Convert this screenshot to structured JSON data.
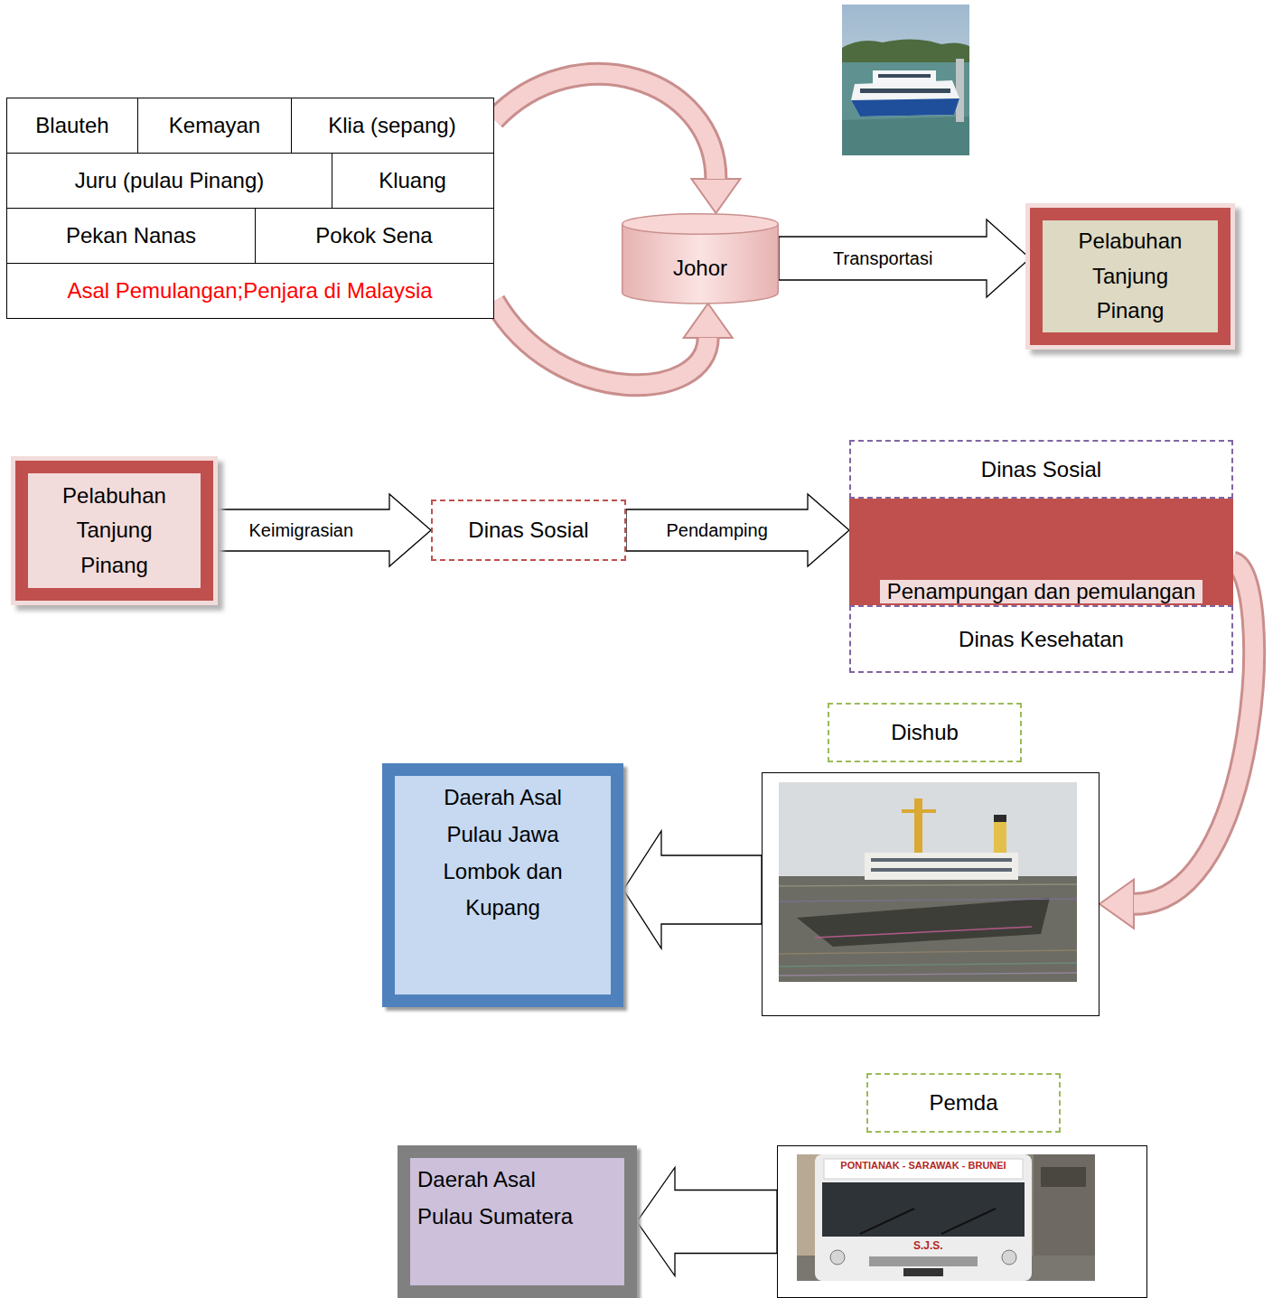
{
  "diagram": {
    "nodes": [
      {
        "text": [
          "Blauteh",
          "Kemayan",
          "Klia (sepang)",
          "Juru (pulau Pinang)",
          "Kluang",
          "Pekan Nanas",
          "Pokok Sena",
          "Asal Pemulangan;Penjara di Malaysia"
        ]
      },
      {
        "text": [
          "Johor"
        ]
      },
      {
        "text": [
          "Pelabuhan Tanjung Pinang"
        ]
      },
      {
        "text": [
          "Pelabuhan Tanjung Pinang"
        ]
      },
      {
        "text": [
          "Dinas Sosial"
        ]
      },
      {
        "text": [
          "Dinas Sosial"
        ]
      },
      {
        "text": [
          "Penampungan dan pemulangan"
        ]
      },
      {
        "text": [
          "Dinas Kesehatan"
        ]
      },
      {
        "text": [
          "Dishub"
        ]
      },
      {
        "text": [
          "Daerah Asal Pulau Jawa Lombok dan Kupang"
        ]
      },
      {
        "text": [
          "Pemda"
        ]
      },
      {
        "text": [
          "Daerah Asal Pulau Sumatera"
        ]
      }
    ],
    "edges": [
      {
        "from": 0,
        "to": 1,
        "arrow": "to"
      },
      {
        "from": 0,
        "to": 1,
        "arrow": "to"
      },
      {
        "from": 1,
        "to": 2,
        "label": "Transportasi",
        "arrow": "to"
      },
      {
        "from": 3,
        "to": 4,
        "label": "Keimigrasian",
        "arrow": "to"
      },
      {
        "from": 4,
        "to": 6,
        "label": "Pendamping",
        "arrow": "to"
      },
      {
        "from": 6,
        "to": 8,
        "arrow": "to"
      },
      {
        "from": 8,
        "to": 9,
        "arrow": "to"
      },
      {
        "from": 10,
        "to": 11,
        "arrow": "to"
      }
    ],
    "labels": [
      "PONTIANAK - SARAWAK - BRUNEI",
      "S.J.S."
    ]
  }
}
